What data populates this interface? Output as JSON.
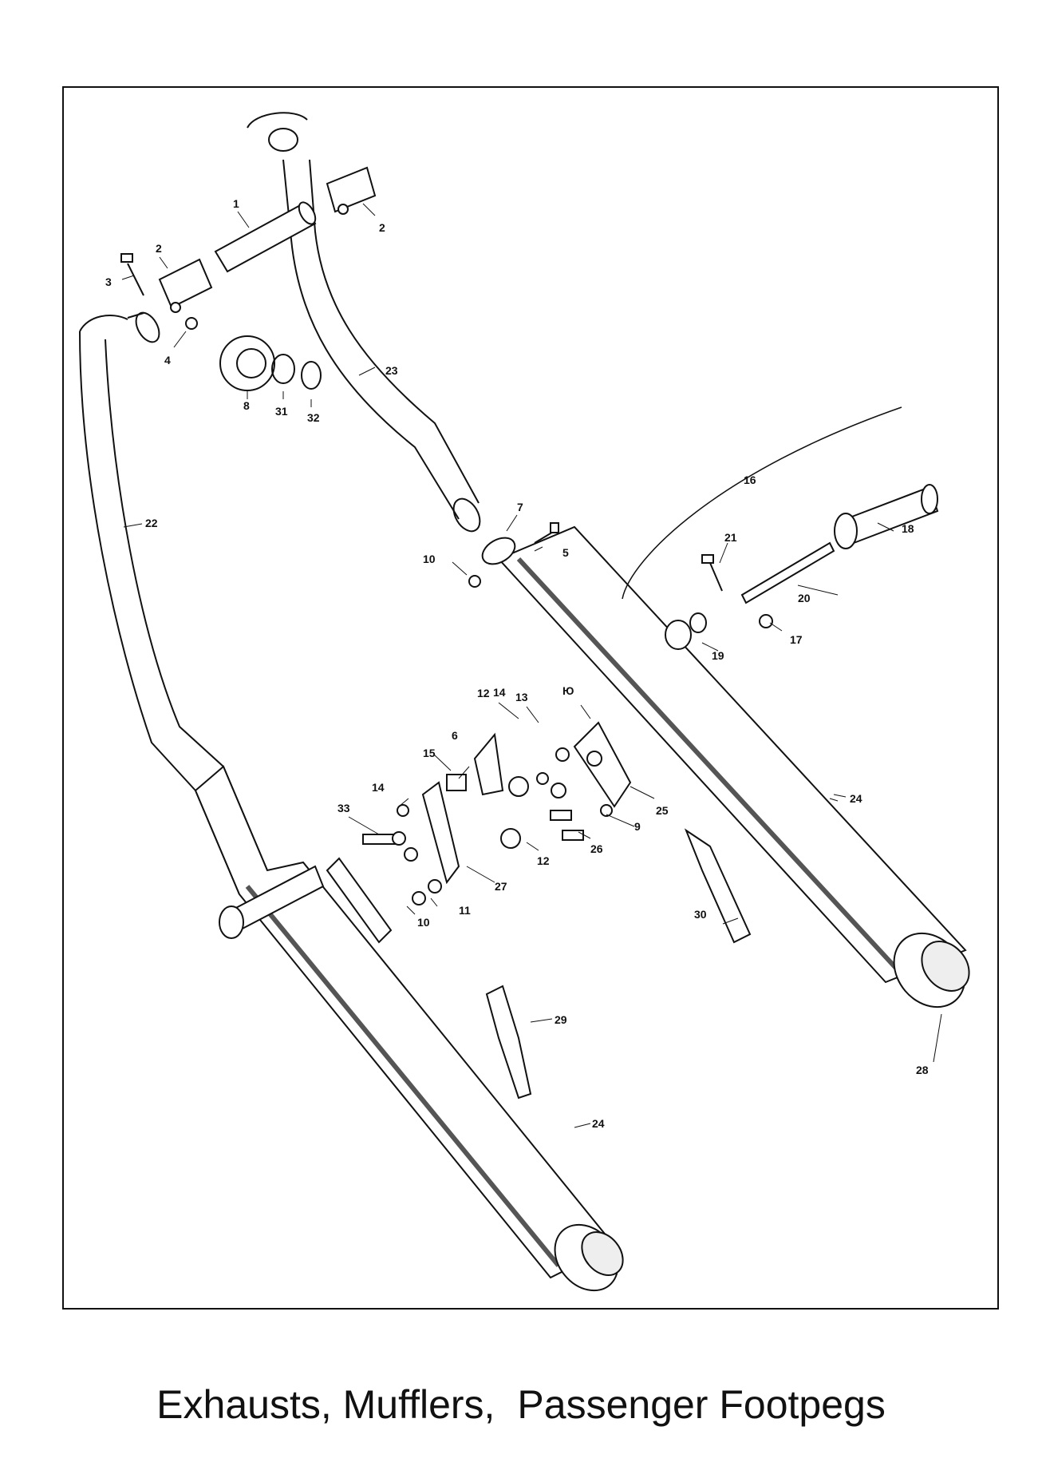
{
  "caption": {
    "part1": "Exhausts, Mufflers,",
    "part2": "Passenger Footpegs"
  },
  "labels": {
    "l1": "1",
    "l2a": "2",
    "l2b": "2",
    "l3": "3",
    "l4": "4",
    "l5": "5",
    "l6": "6",
    "l7": "7",
    "l8": "8",
    "l9": "9",
    "l10a": "10",
    "l10b": "10",
    "l10c": "Ю",
    "l11": "11",
    "l12a": "12",
    "l12b": "12",
    "l13": "13",
    "l14a": "14",
    "l14b": "14",
    "l15": "15",
    "l16": "16",
    "l17": "17",
    "l18": "18",
    "l19": "19",
    "l20": "20",
    "l21": "21",
    "l22": "22",
    "l23": "23",
    "l24a": "24",
    "l24b": "24",
    "l25": "25",
    "l26": "26",
    "l27": "27",
    "l28": "28",
    "l29": "29",
    "l30": "30",
    "l31": "31",
    "l32": "32",
    "l33": "33"
  },
  "colors": {
    "ink": "#111111",
    "paper": "#ffffff",
    "shade": "#bdbdbd"
  }
}
